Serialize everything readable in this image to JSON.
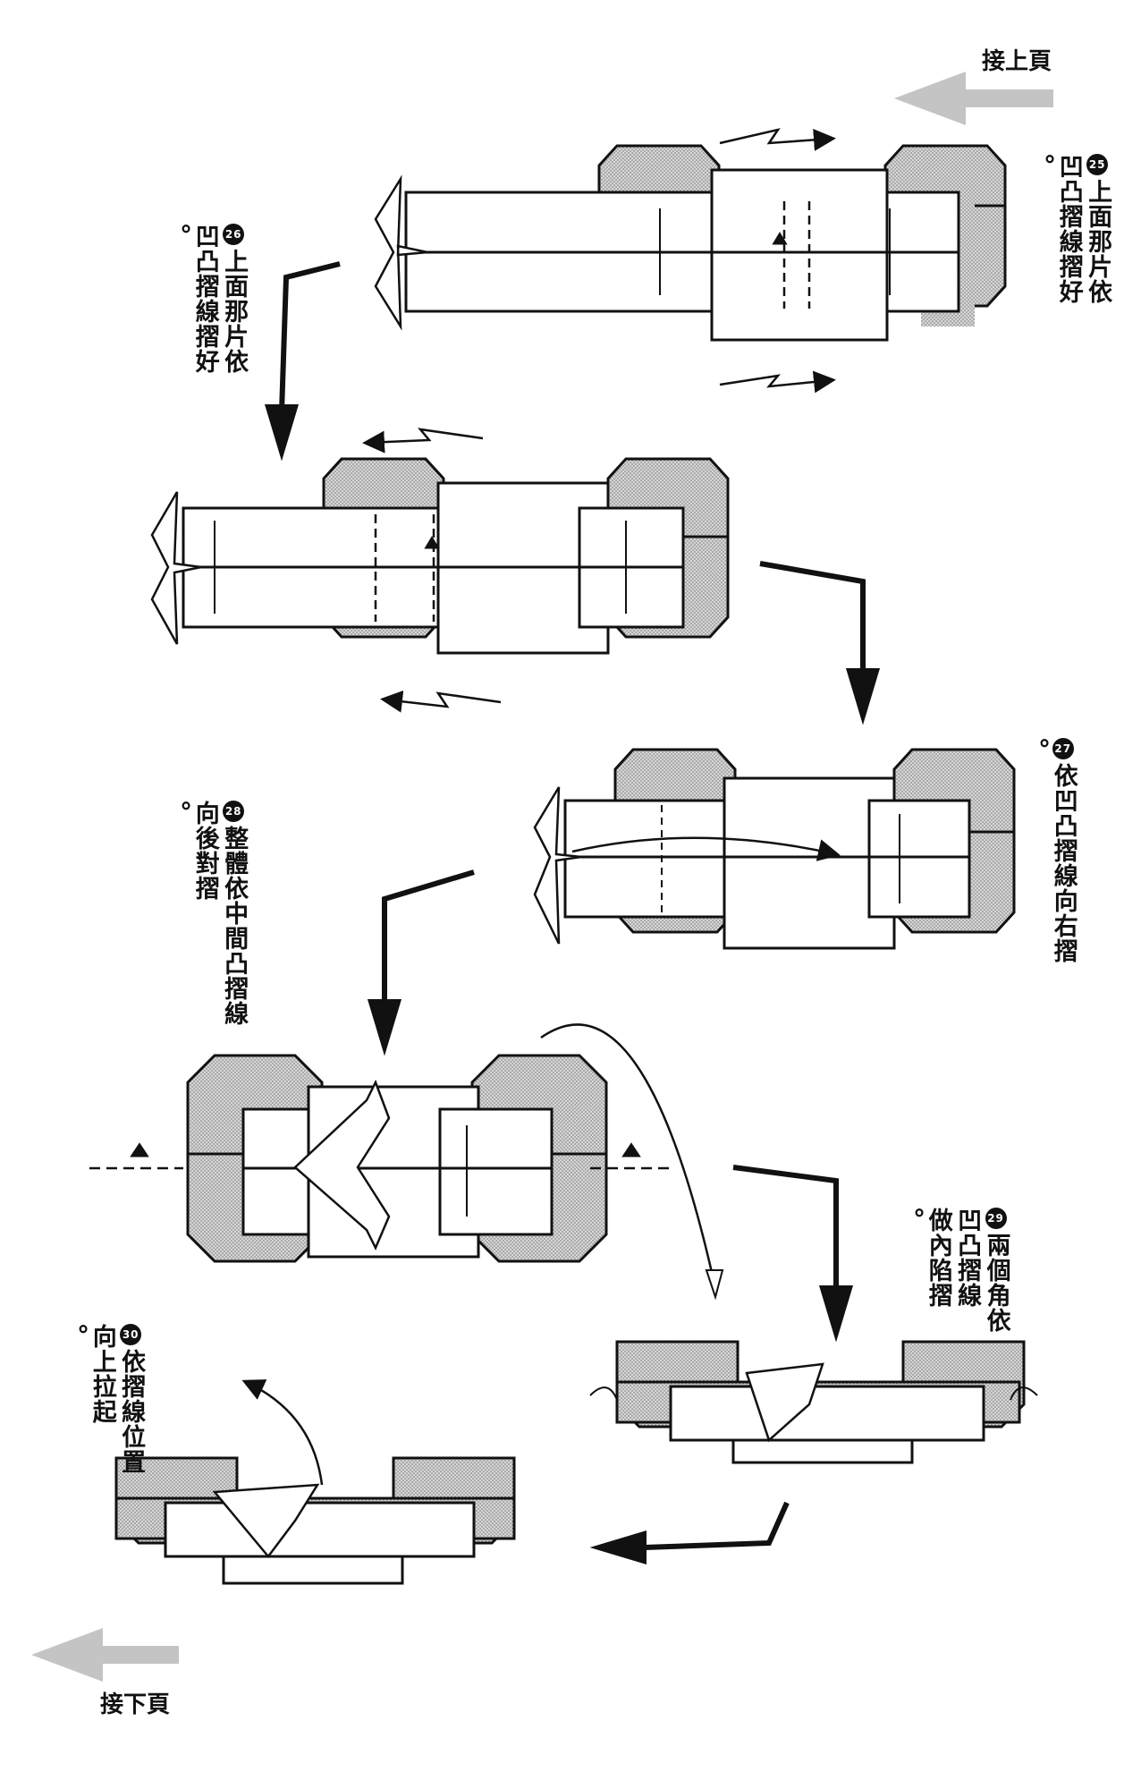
{
  "nav": {
    "prev_page": "接上頁",
    "next_page": "接下頁"
  },
  "steps": [
    {
      "number": "25",
      "lines": [
        "上面那片依",
        "凹凸摺線摺好",
        "。"
      ]
    },
    {
      "number": "26",
      "lines": [
        "上面那片依",
        "凹凸摺線摺好",
        "。"
      ]
    },
    {
      "number": "27",
      "lines": [
        "依凹凸摺線向右摺",
        "。"
      ]
    },
    {
      "number": "28",
      "lines": [
        "整體依中間凸摺線",
        "向後對摺",
        "。"
      ]
    },
    {
      "number": "29",
      "lines": [
        "兩個角依",
        "凹凸摺線",
        "做內陷摺",
        "。"
      ]
    },
    {
      "number": "30",
      "lines": [
        "依摺線位置",
        "向上拉起",
        "。"
      ]
    }
  ],
  "colors": {
    "ink": "#111111",
    "shade": "#c8c8c8",
    "nav_arrow": "#bdbdbd"
  }
}
